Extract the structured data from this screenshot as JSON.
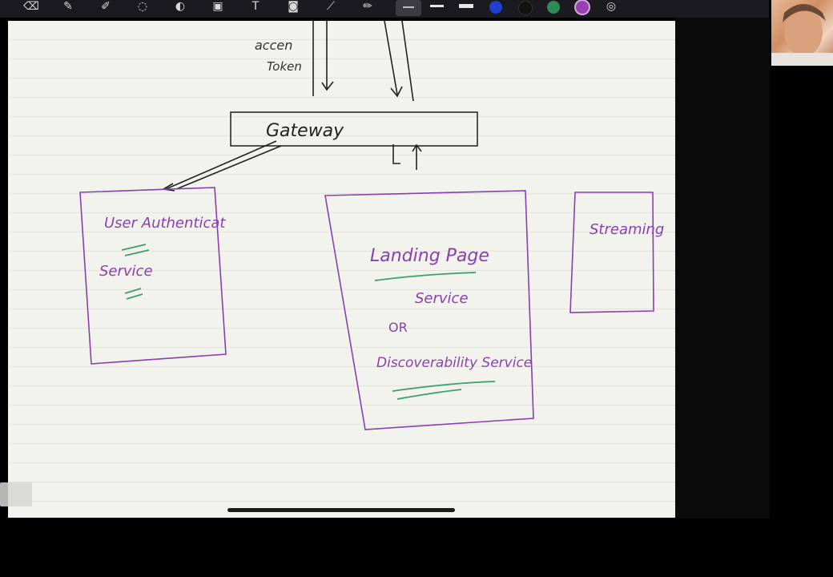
{
  "toolbar": {
    "tools": [
      "eraser-icon",
      "pen-icon",
      "highlighter-icon",
      "lasso-icon",
      "shapes-icon",
      "image-icon",
      "text-icon",
      "camera-icon",
      "ruler-icon",
      "pencil-icon"
    ],
    "stroke_sizes": [
      "thin",
      "medium",
      "thick"
    ],
    "colors": [
      "#1f3fd1",
      "#111111",
      "#2e8b57",
      "#9b3fb6"
    ]
  },
  "canvas": {
    "top_note_line1": "accen",
    "top_note_line2": "Token",
    "gateway_label": "Gateway",
    "auth_box_label_line1": "User Authenticat",
    "auth_box_label_line2": "Service",
    "landing_box_label_line1": "Landing Page",
    "landing_box_label_line2": "Service",
    "landing_box_label_or": "OR",
    "landing_box_label_line3": "Discoverability Service",
    "streaming_box_label": "Streaming"
  }
}
